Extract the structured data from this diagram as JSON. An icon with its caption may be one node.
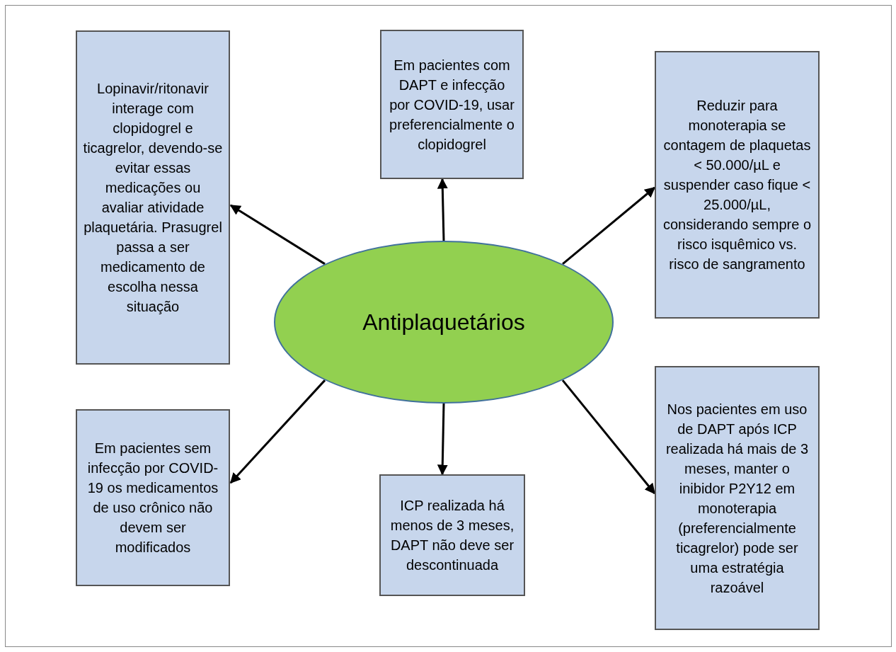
{
  "diagram": {
    "nodes": [
      {
        "text": [
          "Antiplaquetários"
        ]
      },
      {
        "text": [
          "Lopinavir/ritonavir interage com clopidogrel e ticagrelor, devendo-se evitar essas medicações ou avaliar atividade plaquetária. Prasugrel passa a ser medicamento de escolha nessa situação"
        ]
      },
      {
        "text": [
          "Em pacientes com DAPT e infecção por COVID-19, usar preferencialmente o clopidogrel"
        ]
      },
      {
        "text": [
          "Reduzir para monoterapia se contagem de plaquetas < 50.000/µL e suspender caso fique < 25.000/µL, considerando sempre o risco isquêmico vs. risco de sangramento"
        ]
      },
      {
        "text": [
          "Em pacientes sem infecção por COVID-19 os medicamentos de uso crônico não devem ser modificados"
        ]
      },
      {
        "text": [
          "ICP realizada há menos de 3 meses, DAPT não deve ser descontinuada"
        ]
      },
      {
        "text": [
          "Nos pacientes em uso de DAPT após ICP realizada há mais de 3 meses, manter o inibidor P2Y12 em monoterapia (preferencialmente ticagrelor) pode ser uma estratégia razoável"
        ]
      }
    ],
    "edges": [
      {
        "from": 0,
        "to": 1,
        "arrow": "to"
      },
      {
        "from": 0,
        "to": 2,
        "arrow": "to"
      },
      {
        "from": 0,
        "to": 3,
        "arrow": "to"
      },
      {
        "from": 0,
        "to": 4,
        "arrow": "to"
      },
      {
        "from": 0,
        "to": 5,
        "arrow": "to"
      },
      {
        "from": 0,
        "to": 6,
        "arrow": "to"
      }
    ]
  }
}
